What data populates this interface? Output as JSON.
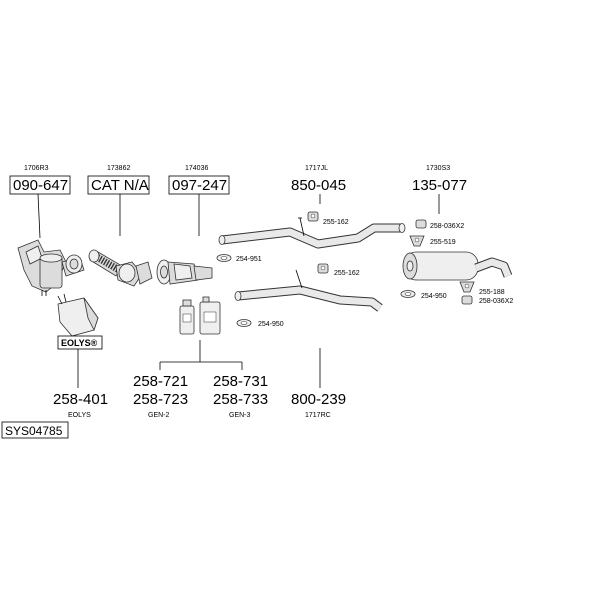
{
  "diagram_id": "SYS04785",
  "parts": {
    "cat1": {
      "ref": "1706R3",
      "number": "090-647"
    },
    "cat2": {
      "ref": "173862",
      "number": "CAT N/A"
    },
    "cat3": {
      "ref": "174036",
      "number": "097-247"
    },
    "mid_pipe": {
      "ref": "1717JL",
      "number": "850-045"
    },
    "rear_silencer": {
      "ref": "1730S3",
      "number": "135-077"
    },
    "eolys": {
      "badge": "EOLYS®",
      "number": "258-401",
      "caption": "EOLYS"
    },
    "additive_gen2": {
      "number_a": "258-721",
      "number_b": "258-723",
      "caption": "GEN-2"
    },
    "additive_gen3": {
      "number_a": "258-731",
      "number_b": "258-733",
      "caption": "GEN-3"
    },
    "front_pipe": {
      "number": "800-239",
      "caption": "1717RC"
    }
  },
  "small_parts": {
    "gasket_254_951": "254-951",
    "gasket_254_950_left": "254-950",
    "gasket_254_950_right": "254-950",
    "clamp_255_162_top": "255-162",
    "clamp_255_162_mid": "255-162",
    "rubber_258_036_top": "258-036X2",
    "rubber_258_036_bottom": "258-036X2",
    "hanger_255_519": "255-519",
    "hanger_255_188": "255-188"
  }
}
